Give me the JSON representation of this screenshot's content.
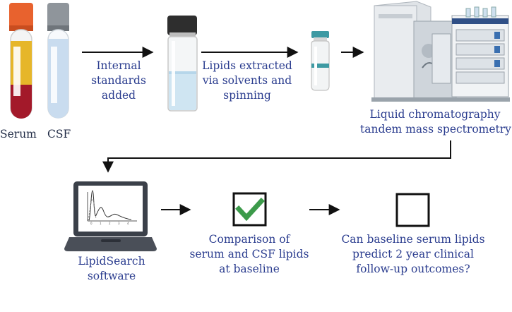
{
  "samples": {
    "serum_label": "Serum",
    "csf_label": "CSF"
  },
  "steps": {
    "internal_standards": [
      "Internal",
      "standards",
      "added"
    ],
    "lipids_extracted": [
      "Lipids extracted",
      "via solvents and",
      "spinning"
    ],
    "lcms": [
      "Liquid chromatography",
      "tandem mass spectrometry"
    ],
    "lipidsearch": [
      "LipidSearch",
      "software"
    ],
    "comparison": [
      "Comparison of",
      "serum and CSF lipids",
      "at baseline"
    ],
    "prediction": [
      "Can baseline serum lipids",
      "predict 2 year clinical",
      "follow-up outcomes?"
    ]
  },
  "chart_axis_ticks": [
    "0",
    "1",
    "2",
    "3",
    "4"
  ],
  "colors": {
    "label_blue": "#2b3d8f",
    "check_green": "#3c9a4a",
    "serum_red": "#a3192a",
    "serum_yellow": "#e6b62a",
    "csf_blue": "#c9dcef",
    "cap_orange": "#e8622e"
  }
}
